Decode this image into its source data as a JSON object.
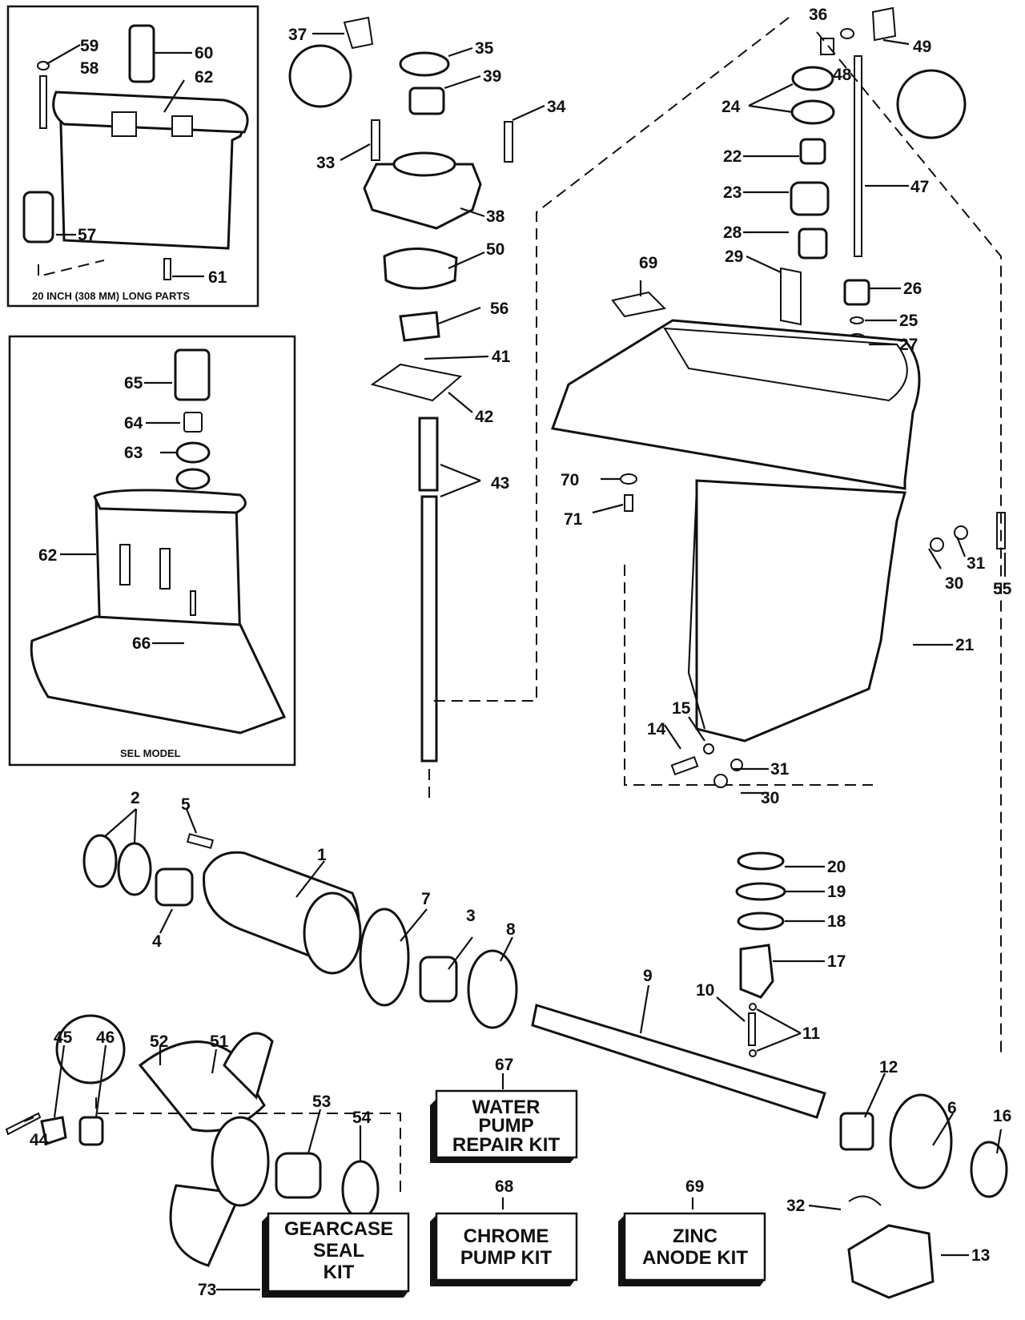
{
  "callouts": [
    "1",
    "2",
    "3",
    "4",
    "5",
    "6",
    "7",
    "8",
    "9",
    "10",
    "11",
    "12",
    "13",
    "14",
    "15",
    "16",
    "17",
    "18",
    "19",
    "20",
    "21",
    "22",
    "23",
    "24",
    "25",
    "26",
    "27",
    "28",
    "29",
    "30",
    "31",
    "32",
    "33",
    "34",
    "35",
    "36",
    "37",
    "38",
    "39",
    "41",
    "42",
    "43",
    "44",
    "45",
    "46",
    "47",
    "48",
    "49",
    "50",
    "51",
    "52",
    "53",
    "54",
    "55",
    "56",
    "57",
    "58",
    "59",
    "60",
    "61",
    "62",
    "63",
    "64",
    "65",
    "66",
    "67",
    "68",
    "69",
    "70",
    "71",
    "73"
  ],
  "insets": {
    "long_parts_caption": "20 INCH (308 MM) LONG PARTS",
    "sel_model_caption": "SEL MODEL"
  },
  "kits": {
    "water_pump": {
      "number": "67",
      "lines": [
        "WATER",
        "PUMP",
        "REPAIR KIT"
      ]
    },
    "chrome_pump": {
      "number": "68",
      "lines": [
        "CHROME",
        "PUMP KIT"
      ]
    },
    "zinc_anode": {
      "number": "69",
      "lines": [
        "ZINC",
        "ANODE KIT"
      ]
    },
    "gearcase_seal": {
      "number": "73",
      "lines": [
        "GEARCASE",
        "SEAL",
        "KIT"
      ]
    }
  },
  "colors": {
    "ink": "#111111",
    "paper": "#ffffff"
  }
}
